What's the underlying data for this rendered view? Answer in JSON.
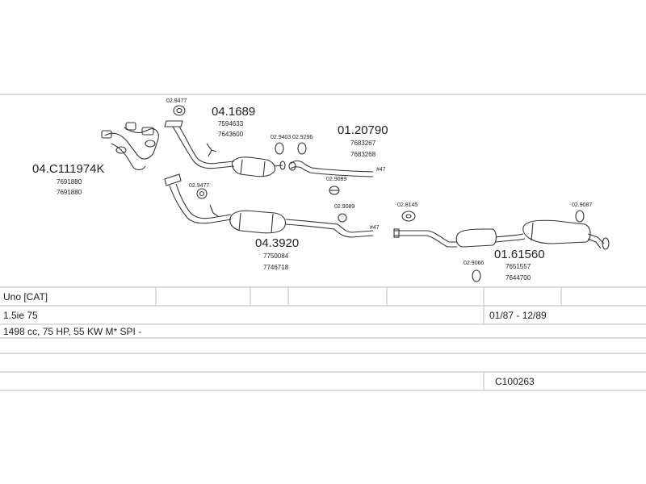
{
  "parts": {
    "manifold": {
      "code": "04.C111974K",
      "oem": [
        "7691880",
        "7691880"
      ]
    },
    "front_pipe_a": {
      "code": "04.1689",
      "oem": [
        "7594633",
        "7643600"
      ]
    },
    "middle_pipe_a": {
      "code": "01.20790",
      "oem": [
        "7683267",
        "7683268"
      ]
    },
    "catalyst_b": {
      "code": "04.3920",
      "oem": [
        "7750084",
        "7746718"
      ]
    },
    "rear_silencer": {
      "code": "01.61560",
      "oem": [
        "7651557",
        "7644700"
      ]
    }
  },
  "fittings": {
    "f1": "02.9477",
    "f2": "02.9403",
    "f3": "02.9296",
    "f4": "02.9089",
    "f5": "02.9477",
    "f6": "02.9089",
    "f7": "02.8145",
    "f8": "02.9087",
    "f9": "02.9066"
  },
  "markers": {
    "m1": "#47",
    "m2": "#47"
  },
  "table": {
    "model": "Uno  [CAT]",
    "variant": "1.5ie 75",
    "years": "01/87 - 12/89",
    "engine": "1498 cc, 75 HP, 55 KW M* SPI -",
    "code": "C100263"
  }
}
